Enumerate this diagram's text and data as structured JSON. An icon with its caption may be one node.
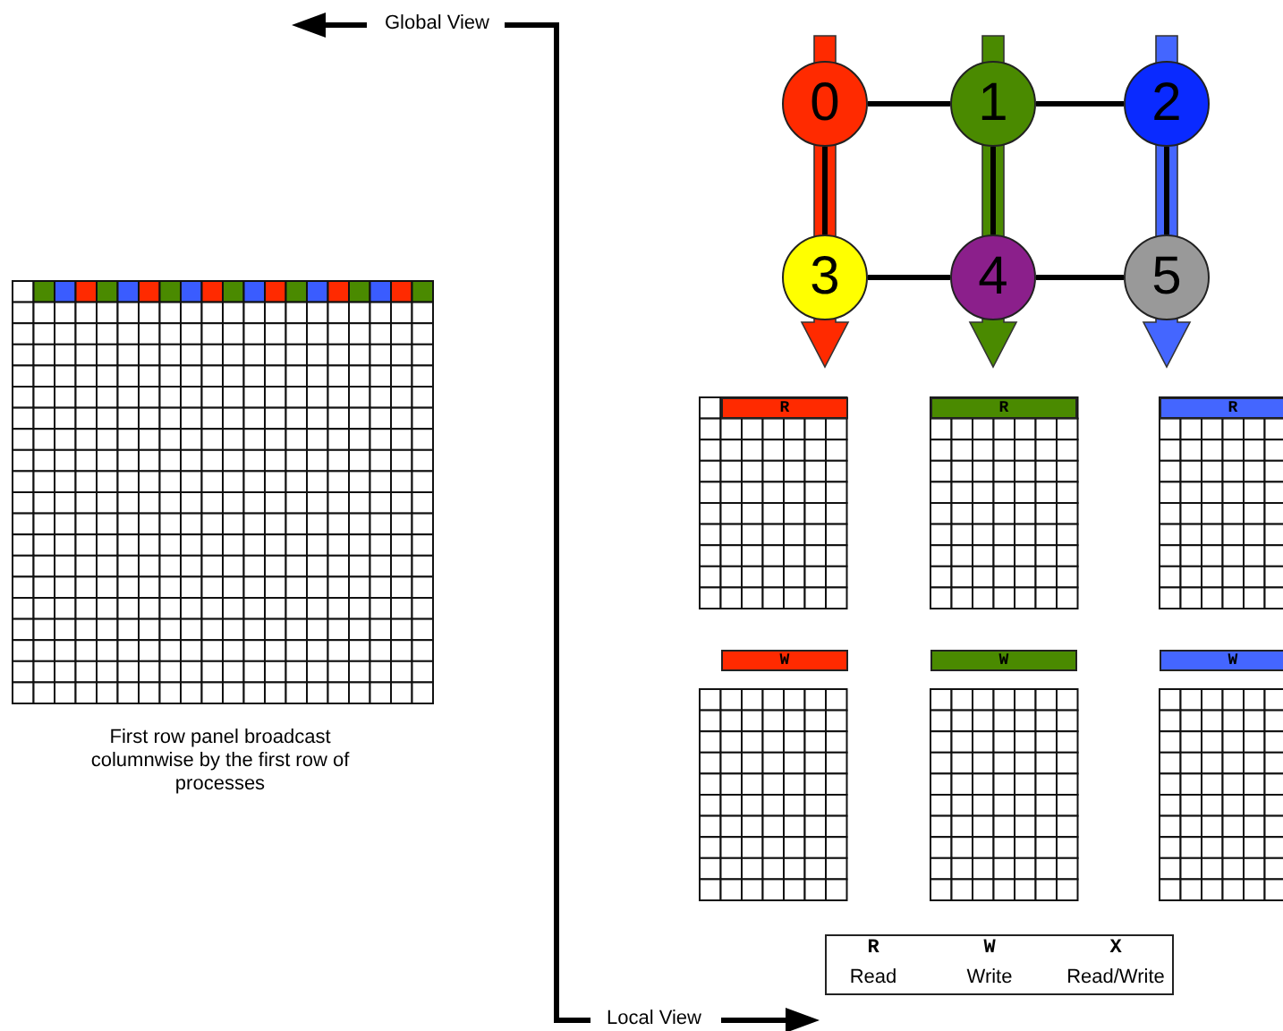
{
  "diagram": {
    "nodes": [
      {
        "text": [
          "0"
        ]
      },
      {
        "text": [
          "1"
        ]
      },
      {
        "text": [
          "2"
        ]
      },
      {
        "text": [
          "3"
        ]
      },
      {
        "text": [
          "4"
        ]
      },
      {
        "text": [
          "5"
        ]
      },
      {
        "text": [
          "R"
        ]
      },
      {
        "text": [
          "R"
        ]
      },
      {
        "text": [
          "R"
        ]
      },
      {
        "text": [
          "W"
        ]
      },
      {
        "text": [
          "W"
        ]
      },
      {
        "text": [
          "W"
        ]
      },
      {
        "text": [
          "R",
          "W",
          "X",
          "Read",
          "Write",
          "Read/Write"
        ]
      }
    ],
    "edges": [
      {
        "from": 0,
        "to": 1,
        "arrow": "none"
      },
      {
        "from": 1,
        "to": 2,
        "arrow": "none"
      },
      {
        "from": 0,
        "to": 3,
        "arrow": "none"
      },
      {
        "from": 1,
        "to": 4,
        "arrow": "none"
      },
      {
        "from": 2,
        "to": 5,
        "arrow": "none"
      },
      {
        "from": 3,
        "to": 4,
        "arrow": "none"
      },
      {
        "from": 4,
        "to": 5,
        "arrow": "none"
      }
    ],
    "labels": [
      "Global View",
      "First row panel broadcast columnwise by the first row of processes",
      "Local View"
    ]
  }
}
